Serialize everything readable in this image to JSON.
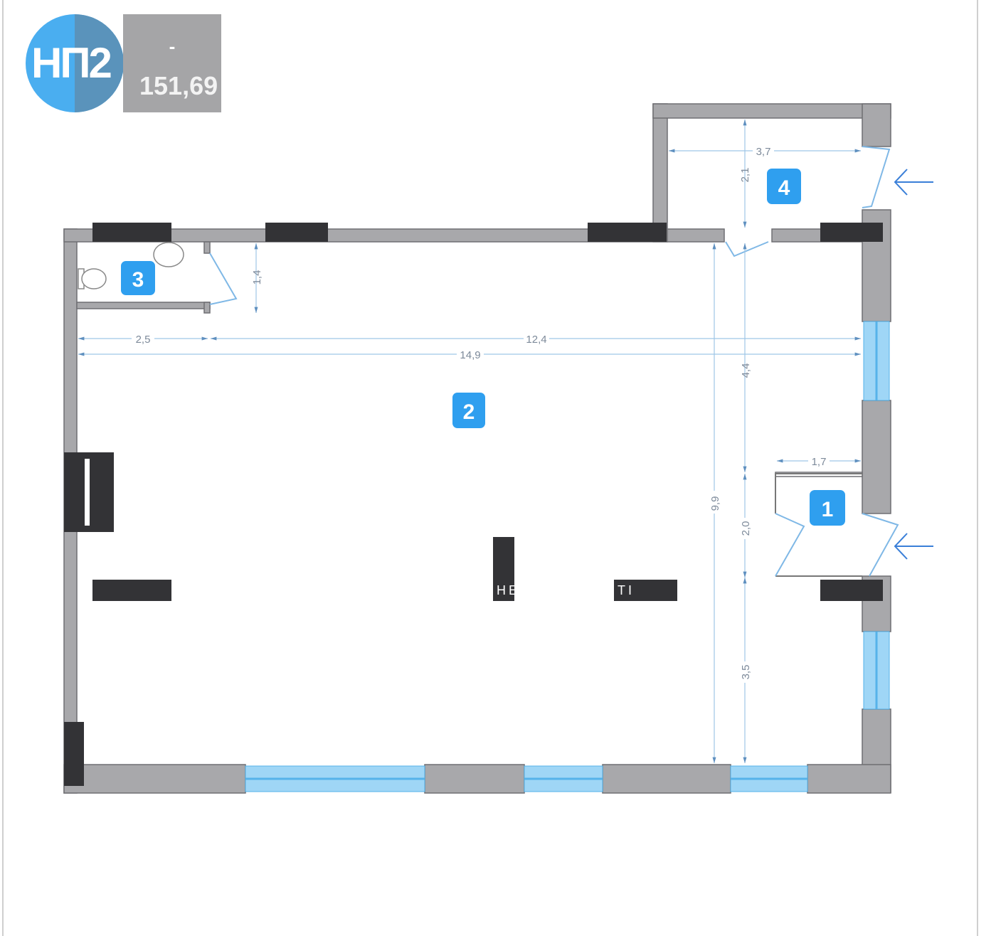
{
  "unit_badge": {
    "code": "НП2",
    "dash": "-",
    "area": "151,69"
  },
  "rooms": [
    {
      "number": "1"
    },
    {
      "number": "2"
    },
    {
      "number": "3"
    },
    {
      "number": "4"
    }
  ],
  "dimensions": {
    "room4_width": "3,7",
    "room4_depth": "2,1",
    "wc_depth": "1,4",
    "wc_width": "2,5",
    "hall_width_part": "12,4",
    "total_width": "14,9",
    "total_depth": "9,9",
    "right_seg_top": "4,4",
    "right_seg_mid": "2,0",
    "right_seg_bottom": "3,5",
    "room1_width": "1,7"
  },
  "watermark": {
    "fragment_1": "HE",
    "fragment_2": "TI"
  },
  "colors": {
    "accent": "#2f9fef",
    "wall": "#a8a8ab",
    "column": "#333336",
    "glass": "#8fd0f4",
    "dimension": "#7fb3dc"
  }
}
